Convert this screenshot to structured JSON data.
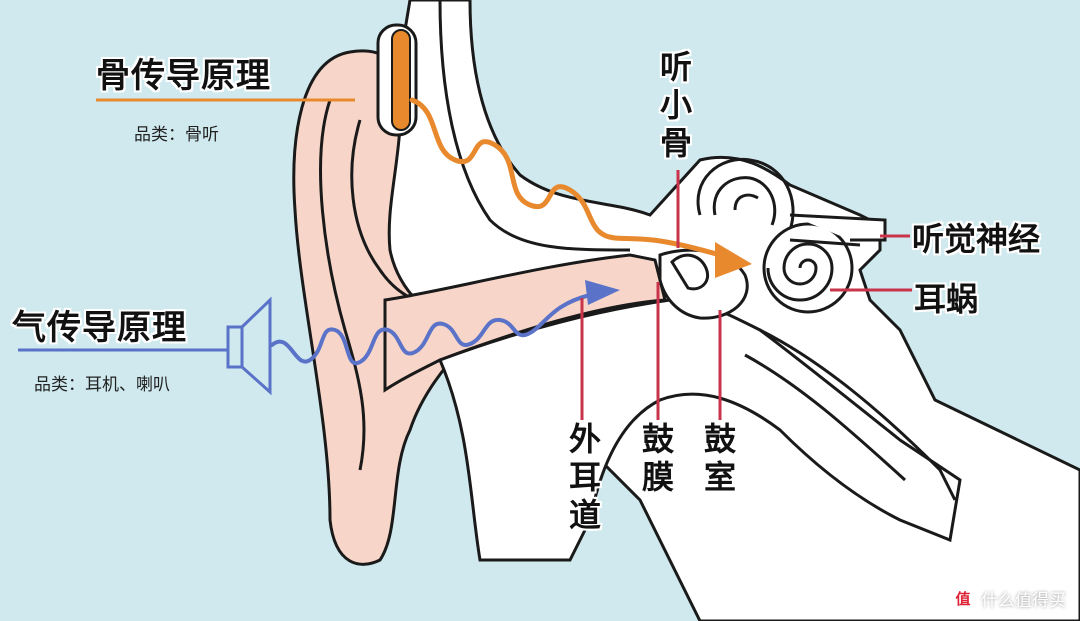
{
  "labels": {
    "bone_conduction": "骨传导原理",
    "bone_category": "品类：骨听",
    "air_conduction": "气传导原理",
    "air_category": "品类：耳机、喇叭",
    "ossicles": "听小骨",
    "auditory_nerve": "听觉神经",
    "cochlea": "耳蜗",
    "ear_canal": "外耳道",
    "eardrum": "鼓膜",
    "tympanic_cavity": "鼓室"
  },
  "watermark": {
    "badge": "值",
    "text": "什么值得买"
  },
  "colors": {
    "background": "#cfe9ee",
    "bone_path": "#e8892e",
    "air_path": "#5a72c8",
    "pointer": "#c9344a",
    "skin": "#f7d6c9",
    "outline": "#1a1a1a"
  }
}
